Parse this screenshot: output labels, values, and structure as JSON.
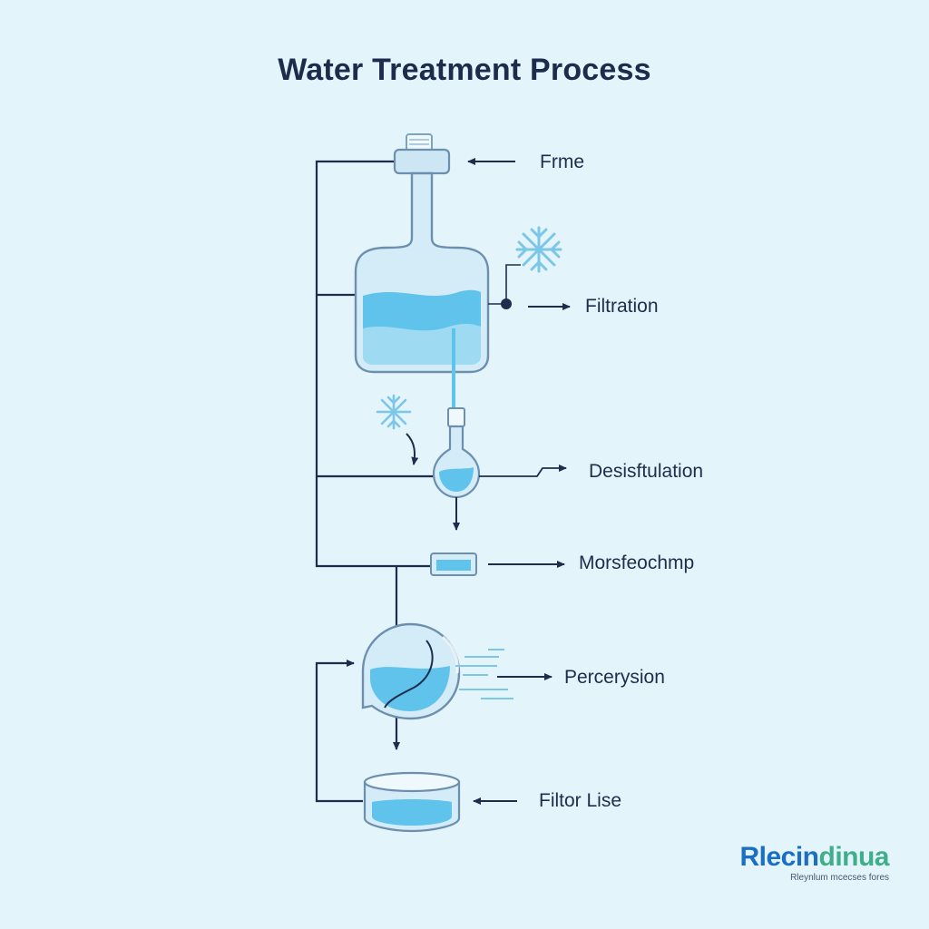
{
  "diagram": {
    "title": "Water Treatment Process",
    "steps": [
      {
        "id": "frme",
        "label": "Frme"
      },
      {
        "id": "filtration",
        "label": "Filtration"
      },
      {
        "id": "desisftulation",
        "label": "Desisftulation"
      },
      {
        "id": "morsfeochmp",
        "label": "Morsfeochmp"
      },
      {
        "id": "percerysion",
        "label": "Percerysion"
      },
      {
        "id": "filtor-lise",
        "label": "Filtor Lise"
      }
    ]
  },
  "brand": {
    "name_part1": "Rlecin",
    "name_part2": "dinua",
    "tagline": "Rleynlum mcecses fores"
  },
  "colors": {
    "background": "#e3f4fb",
    "line": "#1f2d4c",
    "water": "#5fc3ec",
    "water_light": "#a9dff5",
    "glass": "#d4ecf8",
    "outline": "#6d8fae"
  }
}
